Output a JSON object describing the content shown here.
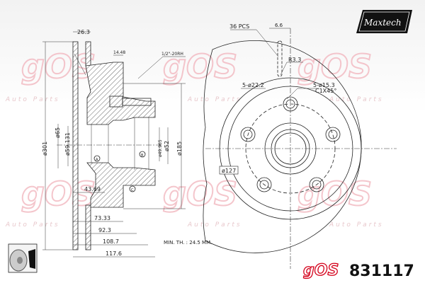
{
  "brand": {
    "maxtech_logo": "Maxtech",
    "gos_logo": "gOS",
    "watermark": "gOS",
    "watermark_sub": "Auto Parts"
  },
  "part_number": "831117",
  "side_view": {
    "width_top": "26.3",
    "stud_offset": "14.48",
    "thread": "1/2\"-20RH",
    "dia_outer": "ø301",
    "dia_65": "ø65",
    "dia_59": "ø59.131",
    "dia_49": "ø49.965",
    "dia_52": "ø52",
    "dia_185": "ø185",
    "datum_a": "A",
    "datum_b": "B",
    "datum_c": "C",
    "d_43": "43.69",
    "d_73": "73.33",
    "d_92": "92.3",
    "d_108": "108.7",
    "d_117": "117.6",
    "min_th": "MIN. TH. : 24.5 MM."
  },
  "front_view": {
    "vanes": "36 PCS",
    "slot_w": "6.6",
    "radius": "R3.3",
    "holes_a": "5-ø22.2",
    "holes_b": "5-ø15.3",
    "chamfer": "C1X45°",
    "pcd": "ø127"
  },
  "colors": {
    "accent_red": "#d4001a",
    "line": "#222222",
    "watermark": "#f2b8c0"
  }
}
